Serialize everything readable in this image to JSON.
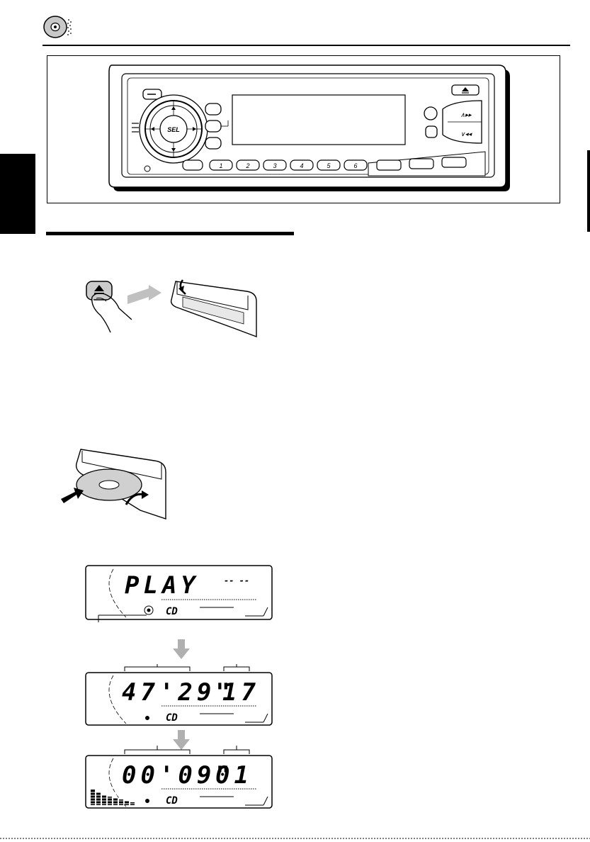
{
  "device": {
    "sel_label": "SEL",
    "preset_labels": [
      "1",
      "2",
      "3",
      "4",
      "5",
      "6"
    ]
  },
  "lcd1": {
    "main": "PLAY",
    "side": "-- --",
    "source": "CD"
  },
  "lcd2": {
    "time": "47'29\"",
    "track": "17",
    "source": "CD"
  },
  "lcd3": {
    "time": "00'09\"",
    "track": "01",
    "source": "CD"
  }
}
